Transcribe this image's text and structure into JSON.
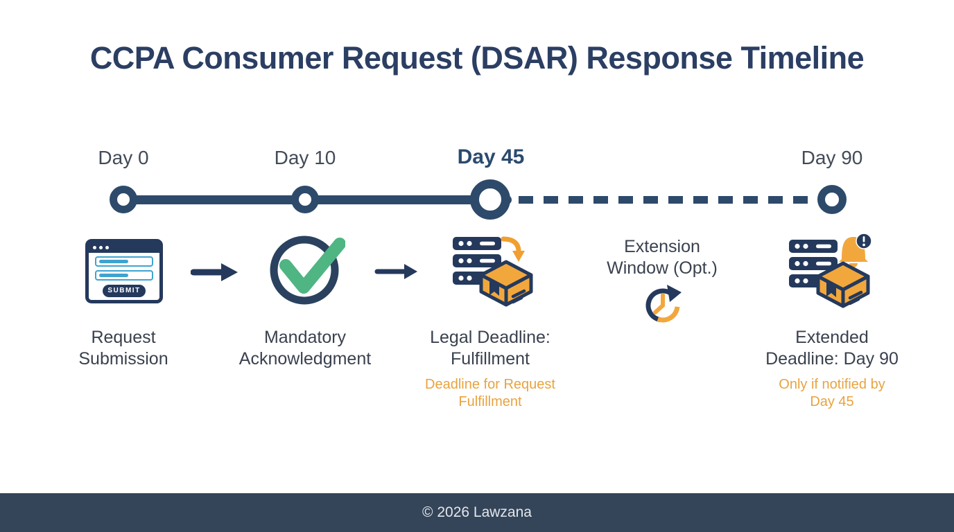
{
  "title": "CCPA Consumer Request (DSAR) Response Timeline",
  "milestones": [
    {
      "label": "Day 0"
    },
    {
      "label": "Day 10"
    },
    {
      "label": "Day 45"
    },
    {
      "label": "Day 90"
    }
  ],
  "steps": [
    {
      "name": "request-submission",
      "icon": "form-submit-window-icon",
      "line1": "Request",
      "line2": "Submission",
      "button_label": "SUBMIT"
    },
    {
      "name": "mandatory-acknowledgment",
      "icon": "check-circle-icon",
      "line1": "Mandatory",
      "line2": "Acknowledgment"
    },
    {
      "name": "legal-deadline-fulfillment",
      "icon": "server-package-icon",
      "line1": "Legal Deadline:",
      "line2": "Fulfillment",
      "note_line1": "Deadline for Request",
      "note_line2": "Fulfillment"
    },
    {
      "name": "extension-window",
      "icon": "clock-refresh-icon",
      "line1": "Extension",
      "line2": "Window (Opt.)"
    },
    {
      "name": "extended-deadline",
      "icon": "server-package-alert-icon",
      "line1": "Extended",
      "line2": "Deadline: Day 90",
      "note_line1": "Only if notified by",
      "note_line2": "Day 45"
    }
  ],
  "footer": {
    "copyright": "© 2026 Lawzana"
  },
  "colors": {
    "title_navy": "#2b3e63",
    "timeline_navy": "#2d4a6b",
    "icon_navy": "#24395c",
    "orange": "#f2a73d",
    "orange_text": "#e8a33f",
    "green": "#4fb583",
    "light_blue": "#3fa3cf",
    "day_label_gray": "#434b58",
    "step_label_gray": "#3a414e",
    "footer_bg": "#344459",
    "footer_text": "#e4e7ec"
  }
}
